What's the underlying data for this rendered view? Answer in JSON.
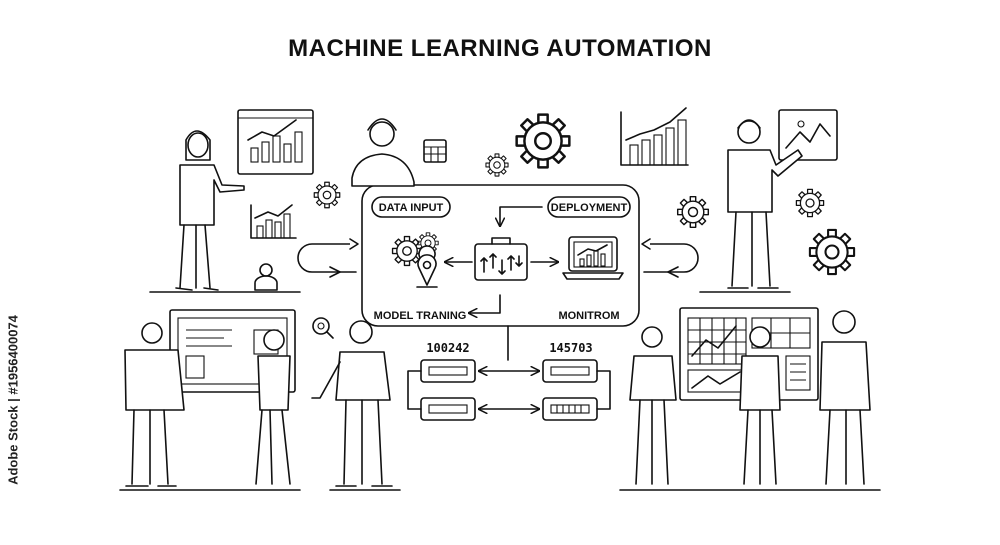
{
  "title": "MACHINE LEARNING AUTOMATION",
  "steps": {
    "data_input": "DATA INPUT",
    "deployment": "DEPLOYMENT",
    "model_training": "MODEL TRANING",
    "monitoring": "MONITROM"
  },
  "data_ids": {
    "left": "100242",
    "right": "145703"
  },
  "watermark": "Adobe Stock | #1956400074"
}
